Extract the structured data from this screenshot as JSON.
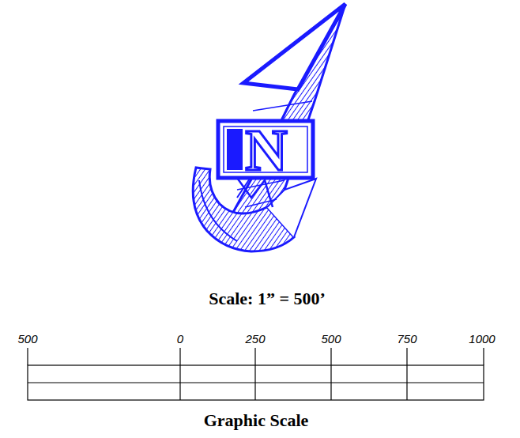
{
  "diagram": {
    "labels": [
      "N",
      "Scale: 1” = 500’",
      "500",
      "0",
      "250",
      "500",
      "750",
      "1000",
      "Graphic Scale"
    ]
  }
}
